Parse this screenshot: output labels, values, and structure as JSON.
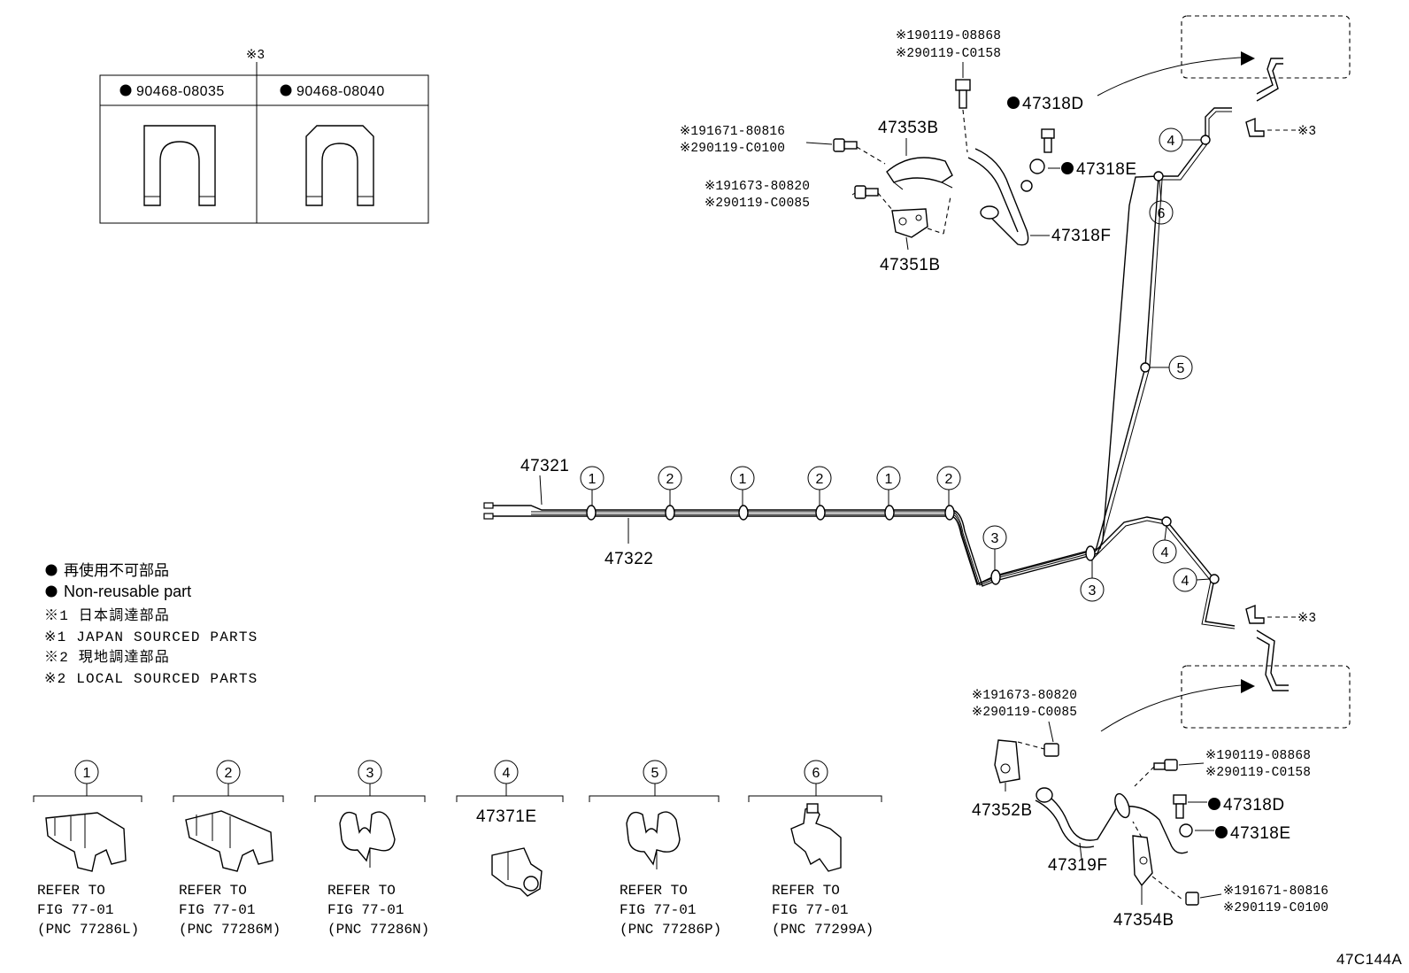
{
  "washer_table": {
    "ref_mark": "※3",
    "cols": [
      {
        "label": "90468-08035"
      },
      {
        "label": "90468-08040"
      }
    ]
  },
  "main_lines": {
    "upper": "47321",
    "lower": "47322"
  },
  "clamp_positions": [
    "1",
    "2",
    "1",
    "2",
    "1",
    "2",
    "3",
    "3",
    "4",
    "5",
    "6",
    "4",
    "4"
  ],
  "top_assembly": {
    "bolt_a": [
      "※190119-08868",
      "※290119-C0158"
    ],
    "bolt_b": [
      "※191671-80816",
      "※290119-C0100"
    ],
    "bolt_c": [
      "※191673-80820",
      "※290119-C0085"
    ],
    "bracket_upper": "47353B",
    "bracket_lower": "47351B",
    "hose": "47318F",
    "union_bolt": "47318D",
    "gasket": "47318E",
    "clip_ref": "※3"
  },
  "bottom_assembly": {
    "bolt_c": [
      "※191673-80820",
      "※290119-C0085"
    ],
    "bolt_a": [
      "※190119-08868",
      "※290119-C0158"
    ],
    "bolt_b": [
      "※191671-80816",
      "※290119-C0100"
    ],
    "bracket_left": "47352B",
    "bracket_lower": "47354B",
    "hose": "47319F",
    "union_bolt": "47318D",
    "gasket": "47318E",
    "clip_ref": "※3"
  },
  "legend": [
    "再使用不可部品",
    "Non-reusable part",
    "※1 日本調達部品",
    "※1 JAPAN SOURCED PARTS",
    "※2 現地調達部品",
    "※2 LOCAL SOURCED PARTS"
  ],
  "clamp_keys": [
    {
      "num": "1",
      "line1": "REFER TO",
      "line2": "FIG 77-01",
      "line3": "(PNC 77286L)"
    },
    {
      "num": "2",
      "line1": "REFER TO",
      "line2": "FIG 77-01",
      "line3": "(PNC 77286M)"
    },
    {
      "num": "3",
      "line1": "REFER TO",
      "line2": "FIG 77-01",
      "line3": "(PNC 77286N)"
    },
    {
      "num": "4",
      "part": "47371E"
    },
    {
      "num": "5",
      "line1": "REFER TO",
      "line2": "FIG 77-01",
      "line3": "(PNC 77286P)"
    },
    {
      "num": "6",
      "line1": "REFER TO",
      "line2": "FIG 77-01",
      "line3": "(PNC 77299A)"
    }
  ],
  "figure_code": "47C144A"
}
